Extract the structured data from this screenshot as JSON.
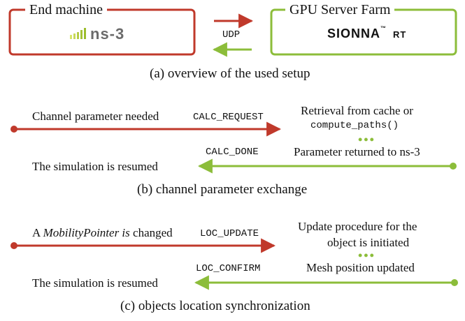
{
  "colors": {
    "red": "#c0392b",
    "green": "#8cbd3a",
    "bars_dark": "#9bbd2b",
    "bars_light": "#d8e56a"
  },
  "setup": {
    "left_title": "End machine",
    "right_title": "GPU Server Farm",
    "left_logo": "ns-3",
    "right_logo": "SIONNA",
    "right_logo_tm": "™",
    "right_logo_suffix": "RT",
    "protocol": "UDP",
    "caption": "(a) overview of the used setup"
  },
  "exchange": {
    "left_top": "Channel parameter needed",
    "msg_top": "CALC_REQUEST",
    "right_top_line1": "Retrieval from cache or",
    "right_top_line2": "compute_paths()",
    "dots": "•••",
    "right_bottom": "Parameter returned to ns-3",
    "msg_bottom": "CALC_DONE",
    "left_bottom": "The simulation is resumed",
    "caption": "(b) channel parameter exchange"
  },
  "sync": {
    "left_top_prefix": "A ",
    "left_top_italic": "MobilityPointer is",
    "left_top_suffix": " changed",
    "msg_top": "LOC_UPDATE",
    "right_top_line1": "Update procedure for the",
    "right_top_line2": "object is initiated",
    "dots": "•••",
    "right_bottom": "Mesh position updated",
    "msg_bottom": "LOC_CONFIRM",
    "left_bottom": "The simulation is resumed",
    "caption": "(c) objects location synchronization"
  }
}
